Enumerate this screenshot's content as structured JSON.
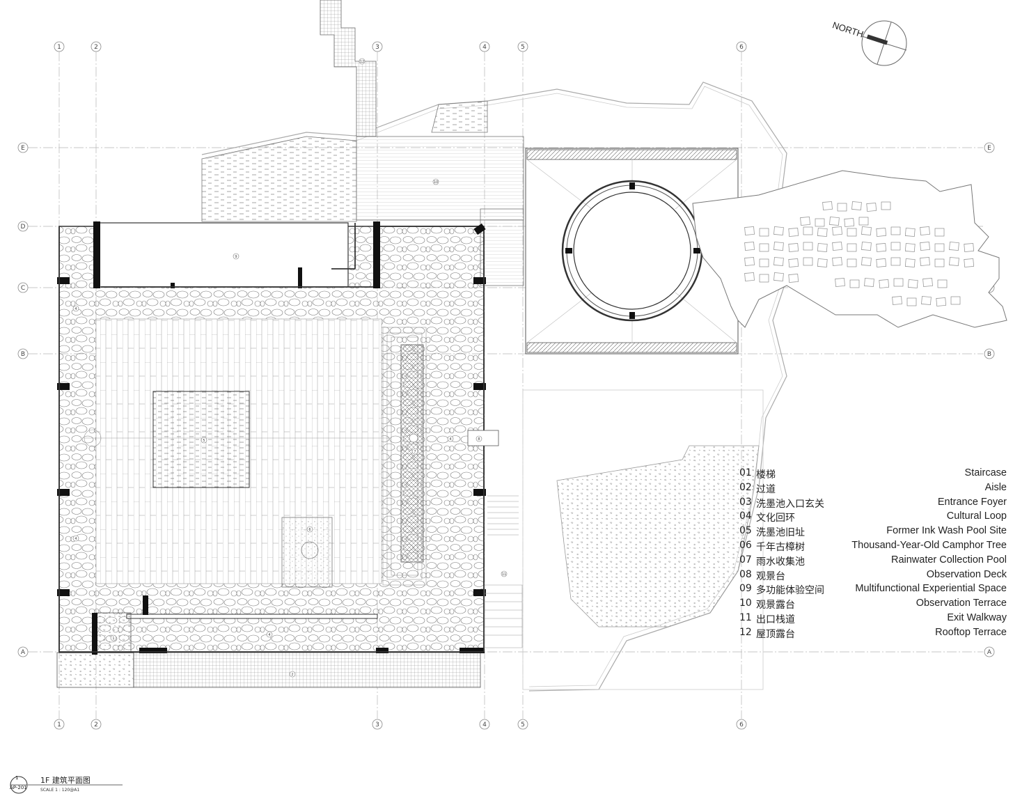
{
  "compass": {
    "label": "NORTH"
  },
  "grid": {
    "columns": [
      "1",
      "2",
      "3",
      "4",
      "5",
      "6"
    ],
    "rows": [
      "A",
      "B",
      "C",
      "D",
      "E"
    ]
  },
  "rooms": {
    "r01": "1",
    "r02": "2",
    "r04a": "4",
    "r04b": "4",
    "r04c": "4",
    "r04d": "4",
    "r05": "5",
    "r06": "6",
    "r07": "7",
    "r08": "8",
    "r09": "9",
    "r10": "10",
    "r11": "11",
    "r12": "12"
  },
  "legend": [
    {
      "num": "01",
      "cn": "楼梯",
      "en": "Staircase"
    },
    {
      "num": "02",
      "cn": "过道",
      "en": "Aisle"
    },
    {
      "num": "03",
      "cn": "洗墨池入口玄关",
      "en": "Entrance Foyer"
    },
    {
      "num": "04",
      "cn": "文化回环",
      "en": "Cultural Loop"
    },
    {
      "num": "05",
      "cn": "洗墨池旧址",
      "en": "Former Ink Wash Pool Site"
    },
    {
      "num": "06",
      "cn": "千年古樟树",
      "en": "Thousand-Year-Old Camphor Tree"
    },
    {
      "num": "07",
      "cn": "雨水收集池",
      "en": "Rainwater Collection Pool"
    },
    {
      "num": "08",
      "cn": "观景台",
      "en": "Observation Deck"
    },
    {
      "num": "09",
      "cn": "多功能体验空间",
      "en": "Multifunctional Experiential Space"
    },
    {
      "num": "10",
      "cn": "观景露台",
      "en": "Observation Terrace"
    },
    {
      "num": "11",
      "cn": "出口栈道",
      "en": "Exit Walkway"
    },
    {
      "num": "12",
      "cn": "屋顶露台",
      "en": "Rooftop Terrace"
    }
  ],
  "title_block": {
    "title": "1F 建筑平面图",
    "scale": "SCALE  1 : 120@A1",
    "ref_top": "1",
    "ref_bottom": "AP-201"
  }
}
